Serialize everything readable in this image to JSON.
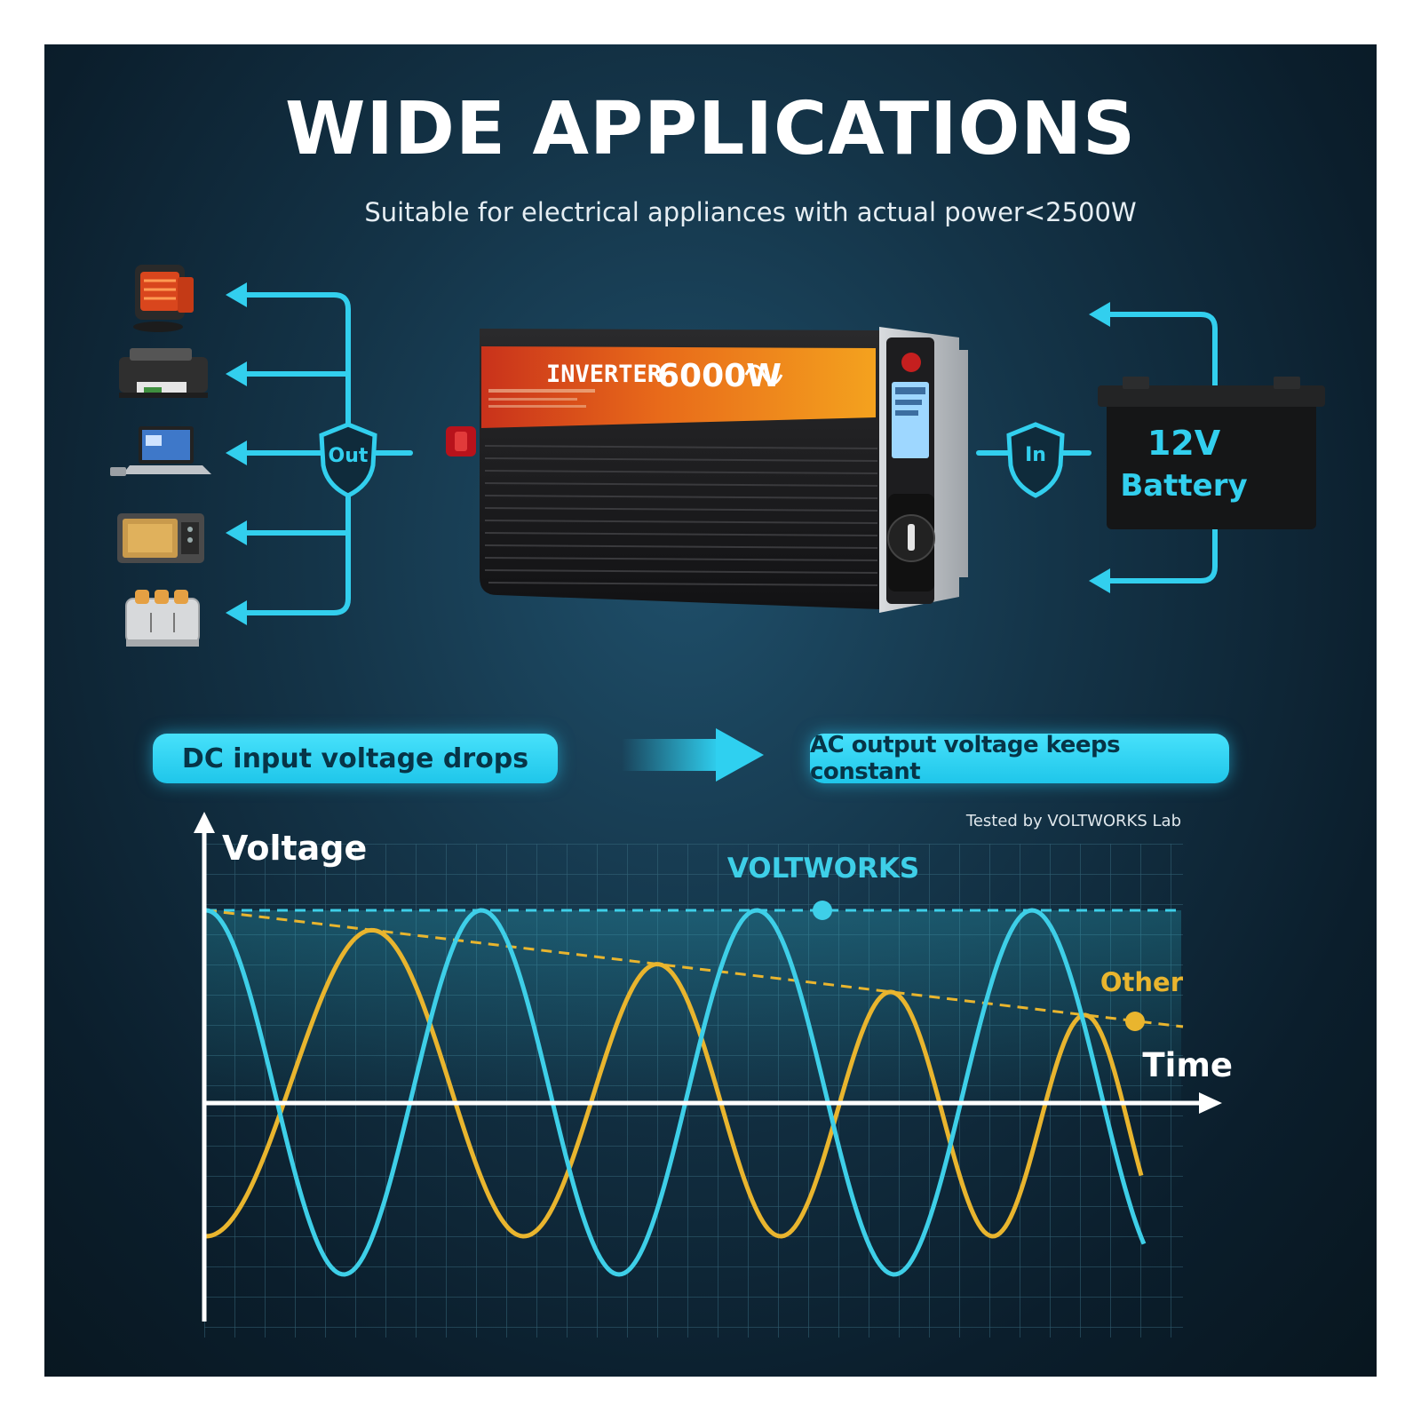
{
  "header": {
    "title": "WIDE APPLICATIONS",
    "subtitle": "Suitable for electrical appliances with actual power<2500W"
  },
  "diagram": {
    "appliances": [
      {
        "icon": "heater-icon"
      },
      {
        "icon": "printer-icon"
      },
      {
        "icon": "laptop-icon"
      },
      {
        "icon": "microwave-icon"
      },
      {
        "icon": "toaster-icon"
      }
    ],
    "out_label": "Out",
    "in_label": "In",
    "inverter": {
      "brand_label": "INVERTER",
      "power_label": "6000W"
    },
    "battery": {
      "line1": "12V",
      "line2": "Battery"
    },
    "accent_color": "#32cfee"
  },
  "flow": {
    "left_label": "DC input voltage drops",
    "right_label": "AC output voltage keeps constant"
  },
  "graph": {
    "y_axis_label": "Voltage",
    "x_axis_label": "Time",
    "credit": "Tested by VOLTWORKS Lab",
    "series": [
      {
        "name": "VOLTWORKS",
        "color": "#3ecfe8"
      },
      {
        "name": "Other",
        "color": "#e9b52e"
      }
    ]
  }
}
